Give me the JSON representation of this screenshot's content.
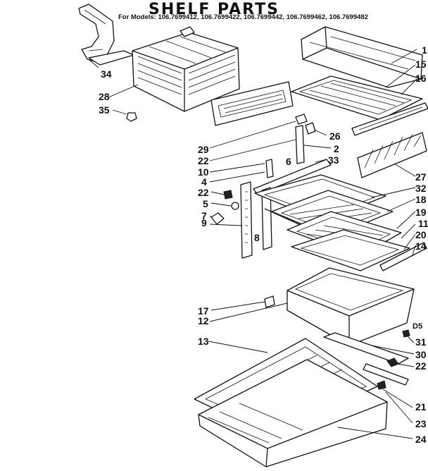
{
  "diagram": {
    "title": "SHELF PARTS",
    "models_line": "For Models: 106.7699412, 106.7699422, 106.7699442, 106.7699462, 106.7699482",
    "callouts": [
      {
        "id": "34",
        "text": "34"
      },
      {
        "id": "28",
        "text": "28"
      },
      {
        "id": "35",
        "text": "35"
      },
      {
        "id": "29",
        "text": "29"
      },
      {
        "id": "22a",
        "text": "22"
      },
      {
        "id": "10",
        "text": "10"
      },
      {
        "id": "4",
        "text": "4"
      },
      {
        "id": "22b",
        "text": "22"
      },
      {
        "id": "5",
        "text": "5"
      },
      {
        "id": "7",
        "text": "7"
      },
      {
        "id": "9",
        "text": "9"
      },
      {
        "id": "8",
        "text": "8"
      },
      {
        "id": "6",
        "text": "6"
      },
      {
        "id": "17",
        "text": "17"
      },
      {
        "id": "12",
        "text": "12"
      },
      {
        "id": "13",
        "text": "13"
      },
      {
        "id": "1",
        "text": "1"
      },
      {
        "id": "15",
        "text": "15"
      },
      {
        "id": "16",
        "text": "16"
      },
      {
        "id": "26",
        "text": "26"
      },
      {
        "id": "2",
        "text": "2"
      },
      {
        "id": "33",
        "text": "33"
      },
      {
        "id": "27",
        "text": "27"
      },
      {
        "id": "32",
        "text": "32"
      },
      {
        "id": "18",
        "text": "18"
      },
      {
        "id": "19",
        "text": "19"
      },
      {
        "id": "11",
        "text": "11"
      },
      {
        "id": "20",
        "text": "20"
      },
      {
        "id": "14",
        "text": "14"
      },
      {
        "id": "d5",
        "text": "D5"
      },
      {
        "id": "31",
        "text": "31"
      },
      {
        "id": "30",
        "text": "30"
      },
      {
        "id": "22c",
        "text": "22"
      },
      {
        "id": "21",
        "text": "21"
      },
      {
        "id": "23",
        "text": "23"
      },
      {
        "id": "24",
        "text": "24"
      }
    ]
  }
}
